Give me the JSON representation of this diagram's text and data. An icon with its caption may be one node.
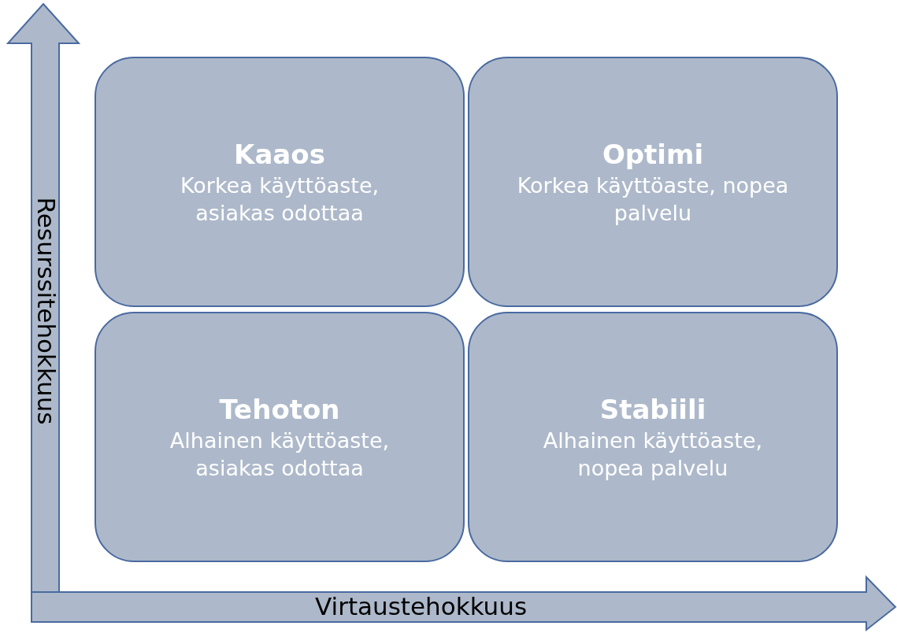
{
  "diagram": {
    "nodes": [
      {
        "text": [
          "Kaaos",
          "Korkea käyttöaste, asiakas odottaa"
        ]
      },
      {
        "text": [
          "Optimi",
          "Korkea käyttöaste, nopea palvelu"
        ]
      },
      {
        "text": [
          "Tehoton",
          "Alhainen käyttöaste, asiakas odottaa"
        ]
      },
      {
        "text": [
          "Stabiili",
          "Alhainen käyttöaste, nopea palvelu"
        ]
      }
    ],
    "labels": [
      "Resurssitehokkuus",
      "Virtaustehokkuus"
    ]
  }
}
